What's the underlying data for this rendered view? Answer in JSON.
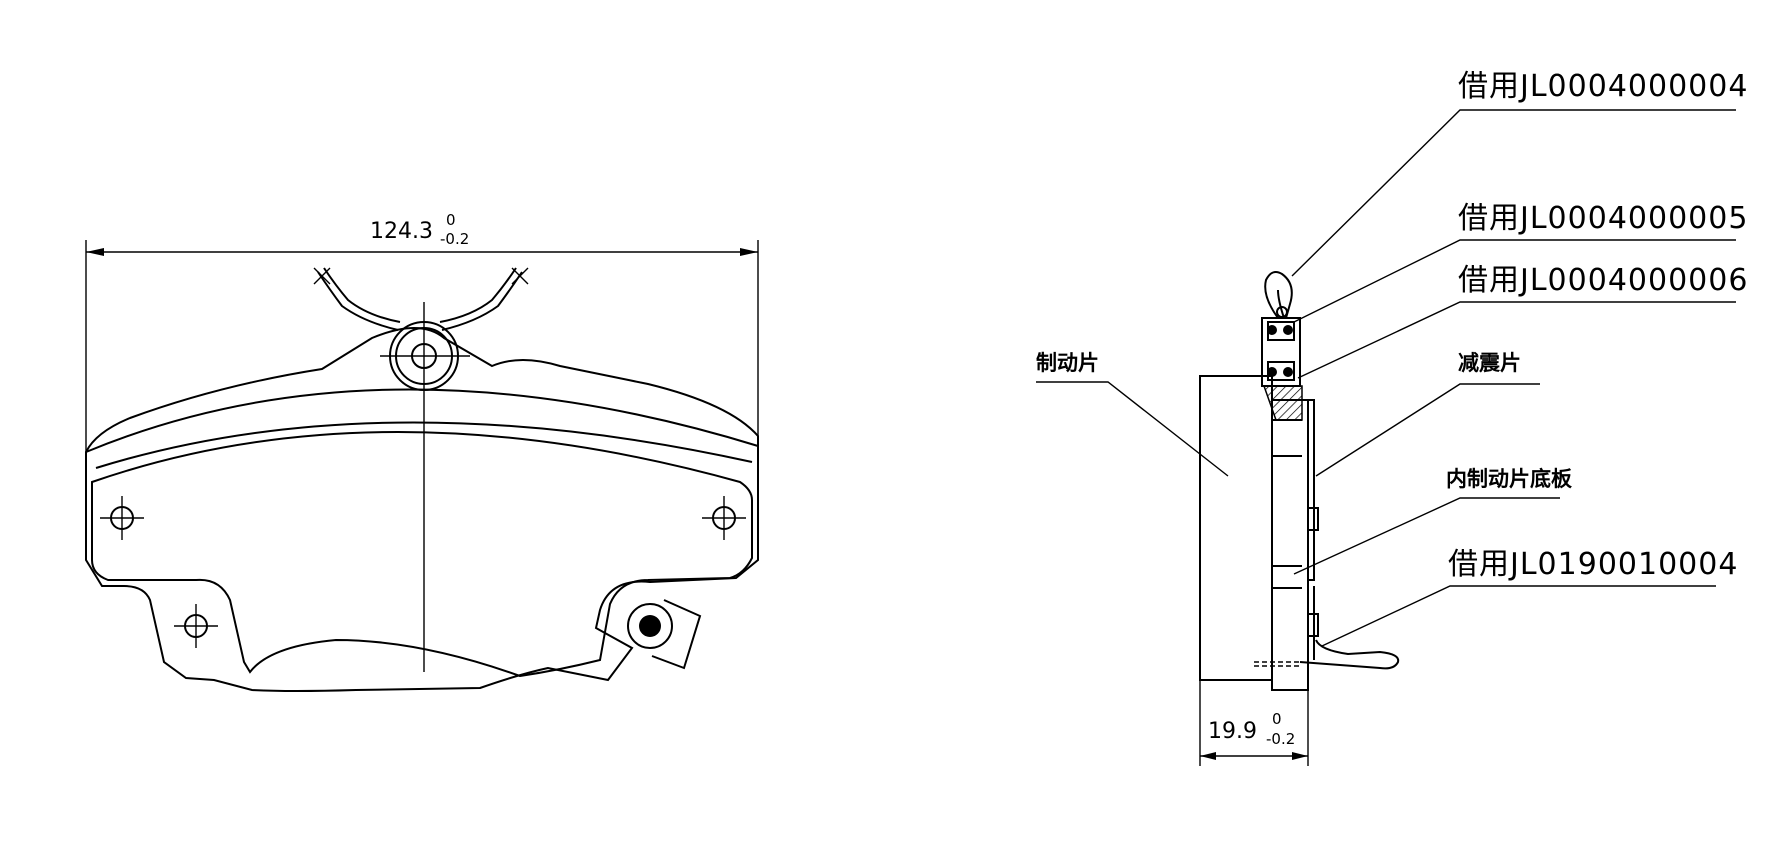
{
  "front_view": {
    "width_dimension": {
      "value": "124.3",
      "upper_tol": "0",
      "lower_tol": "-0.2"
    }
  },
  "side_view": {
    "thickness_dimension": {
      "value": "19.9",
      "upper_tol": "0",
      "lower_tol": "-0.2"
    },
    "callouts": [
      {
        "text": "借用JL0004000004"
      },
      {
        "text": "借用JL0004000005"
      },
      {
        "text": "借用JL0004000006"
      },
      {
        "text": "减震片"
      },
      {
        "text": "内制动片底板"
      },
      {
        "text": "借用JL0190010004"
      },
      {
        "text": "制动片"
      }
    ]
  }
}
